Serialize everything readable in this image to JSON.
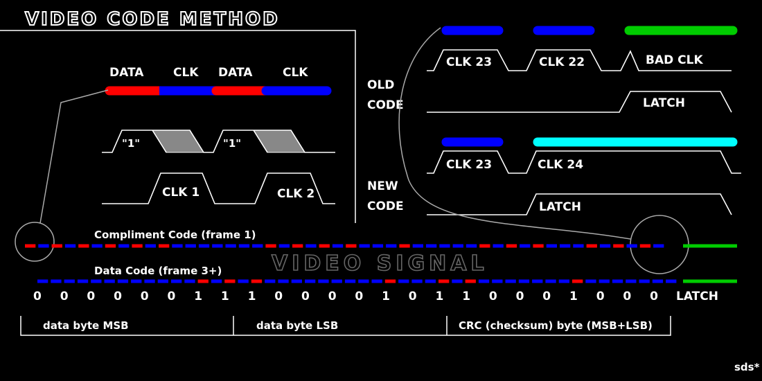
{
  "title": "VIDEO CODE METHOD",
  "signature": "sds*",
  "colors": {
    "data": "#ff0000",
    "clk": "#0000ff",
    "bad_clk": "#00cc00",
    "latch_new": "#00ffff",
    "latch_green": "#00cc00"
  },
  "top_labels": [
    "DATA",
    "CLK",
    "DATA",
    "CLK"
  ],
  "bit_label": "\"1\"",
  "clk_labels": [
    "CLK 1",
    "CLK 2"
  ],
  "old_code": {
    "label_line1": "OLD",
    "label_line2": "CODE",
    "clk_a": "CLK 23",
    "clk_b": "CLK 22",
    "bad": "BAD CLK",
    "latch": "LATCH"
  },
  "new_code": {
    "label_line1": "NEW",
    "label_line2": "CODE",
    "clk_a": "CLK 23",
    "clk_b": "CLK 24",
    "latch": "LATCH"
  },
  "compliment_label": "Compliment Code (frame 1)",
  "data_code_label": "Data Code (frame 3+)",
  "video_signal": "VIDEO SIGNAL",
  "bits": [
    "0",
    "0",
    "0",
    "0",
    "0",
    "0",
    "1",
    "1",
    "1",
    "0",
    "0",
    "0",
    "0",
    "1",
    "0",
    "1",
    "1",
    "0",
    "0",
    "0",
    "1",
    "0",
    "0",
    "0"
  ],
  "latch_label": "LATCH",
  "groups": [
    "data byte MSB",
    "data byte LSB",
    "CRC (checksum) byte (MSB+LSB)"
  ]
}
